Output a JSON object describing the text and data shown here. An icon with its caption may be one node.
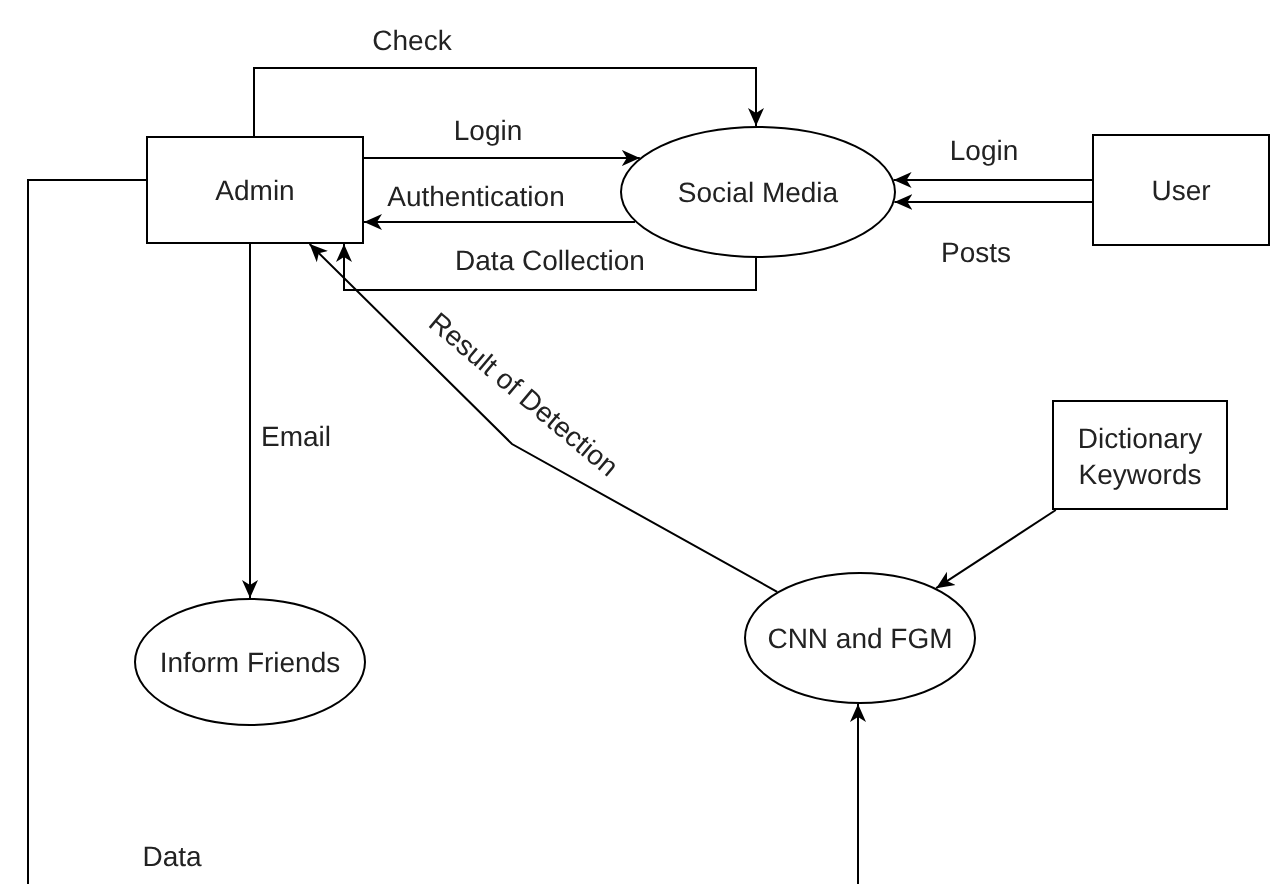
{
  "diagram": {
    "nodes": [
      {
        "text": [
          "Admin"
        ]
      },
      {
        "text": [
          "Social Media"
        ]
      },
      {
        "text": [
          "User"
        ]
      },
      {
        "text": [
          "Inform Friends"
        ]
      },
      {
        "text": [
          "CNN and FGM"
        ]
      },
      {
        "text": [
          "Dictionary Keywords"
        ]
      }
    ],
    "edges": [
      {
        "from": 0,
        "to": 1,
        "arrow": "to",
        "label": "Check"
      },
      {
        "from": 0,
        "to": 1,
        "arrow": "to",
        "label": "Login"
      },
      {
        "from": 1,
        "to": 0,
        "arrow": "to",
        "label": "Authentication"
      },
      {
        "from": 1,
        "to": 0,
        "arrow": "to",
        "label": "Data Collection"
      },
      {
        "from": 2,
        "to": 1,
        "arrow": "to",
        "label": "Login"
      },
      {
        "from": 2,
        "to": 1,
        "arrow": "to",
        "label": "Posts"
      },
      {
        "from": 0,
        "to": 3,
        "arrow": "to",
        "label": "Email"
      },
      {
        "from": 4,
        "to": 0,
        "arrow": "to",
        "label": "Result of Detection"
      },
      {
        "from": 5,
        "to": 4,
        "arrow": "to"
      },
      {
        "from": 0,
        "to": null,
        "arrow": "none",
        "label": "Data"
      },
      {
        "from": null,
        "to": 4,
        "arrow": "to"
      }
    ]
  }
}
